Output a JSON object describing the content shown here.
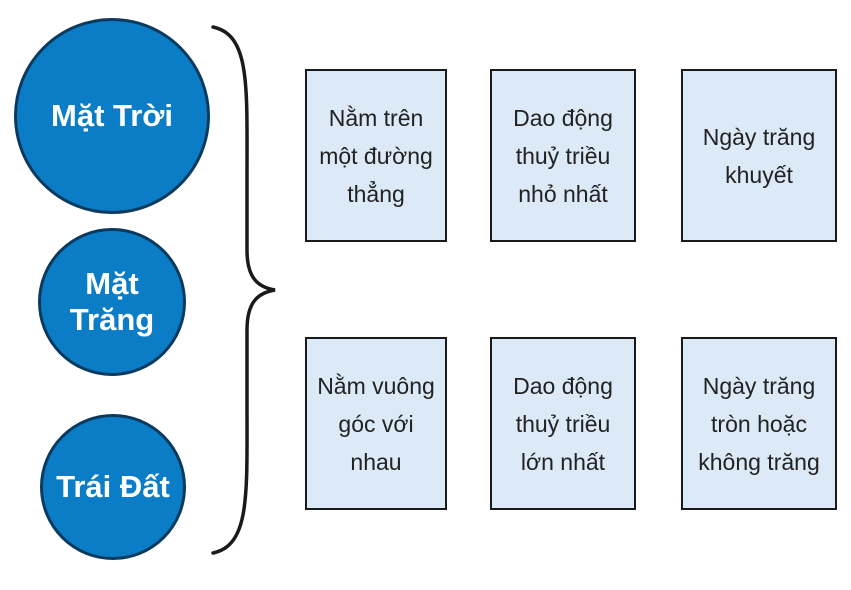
{
  "colors": {
    "circle_fill": "#0b7dc6",
    "circle_border": "#0a3a5e",
    "box_fill": "#dce9f6",
    "box_border": "#1a1a1a"
  },
  "circles": [
    {
      "label": "Mặt Trời"
    },
    {
      "label": "Mặt Trăng"
    },
    {
      "label": "Trái Đất"
    }
  ],
  "boxes": [
    {
      "text": "Nằm trên một đường thẳng"
    },
    {
      "text": "Dao động thuỷ triều nhỏ nhất"
    },
    {
      "text": "Ngày trăng khuyết"
    },
    {
      "text": "Nằm vuông góc với nhau"
    },
    {
      "text": "Dao động thuỷ triều lớn nhất"
    },
    {
      "text": "Ngày trăng tròn hoặc không trăng"
    }
  ]
}
